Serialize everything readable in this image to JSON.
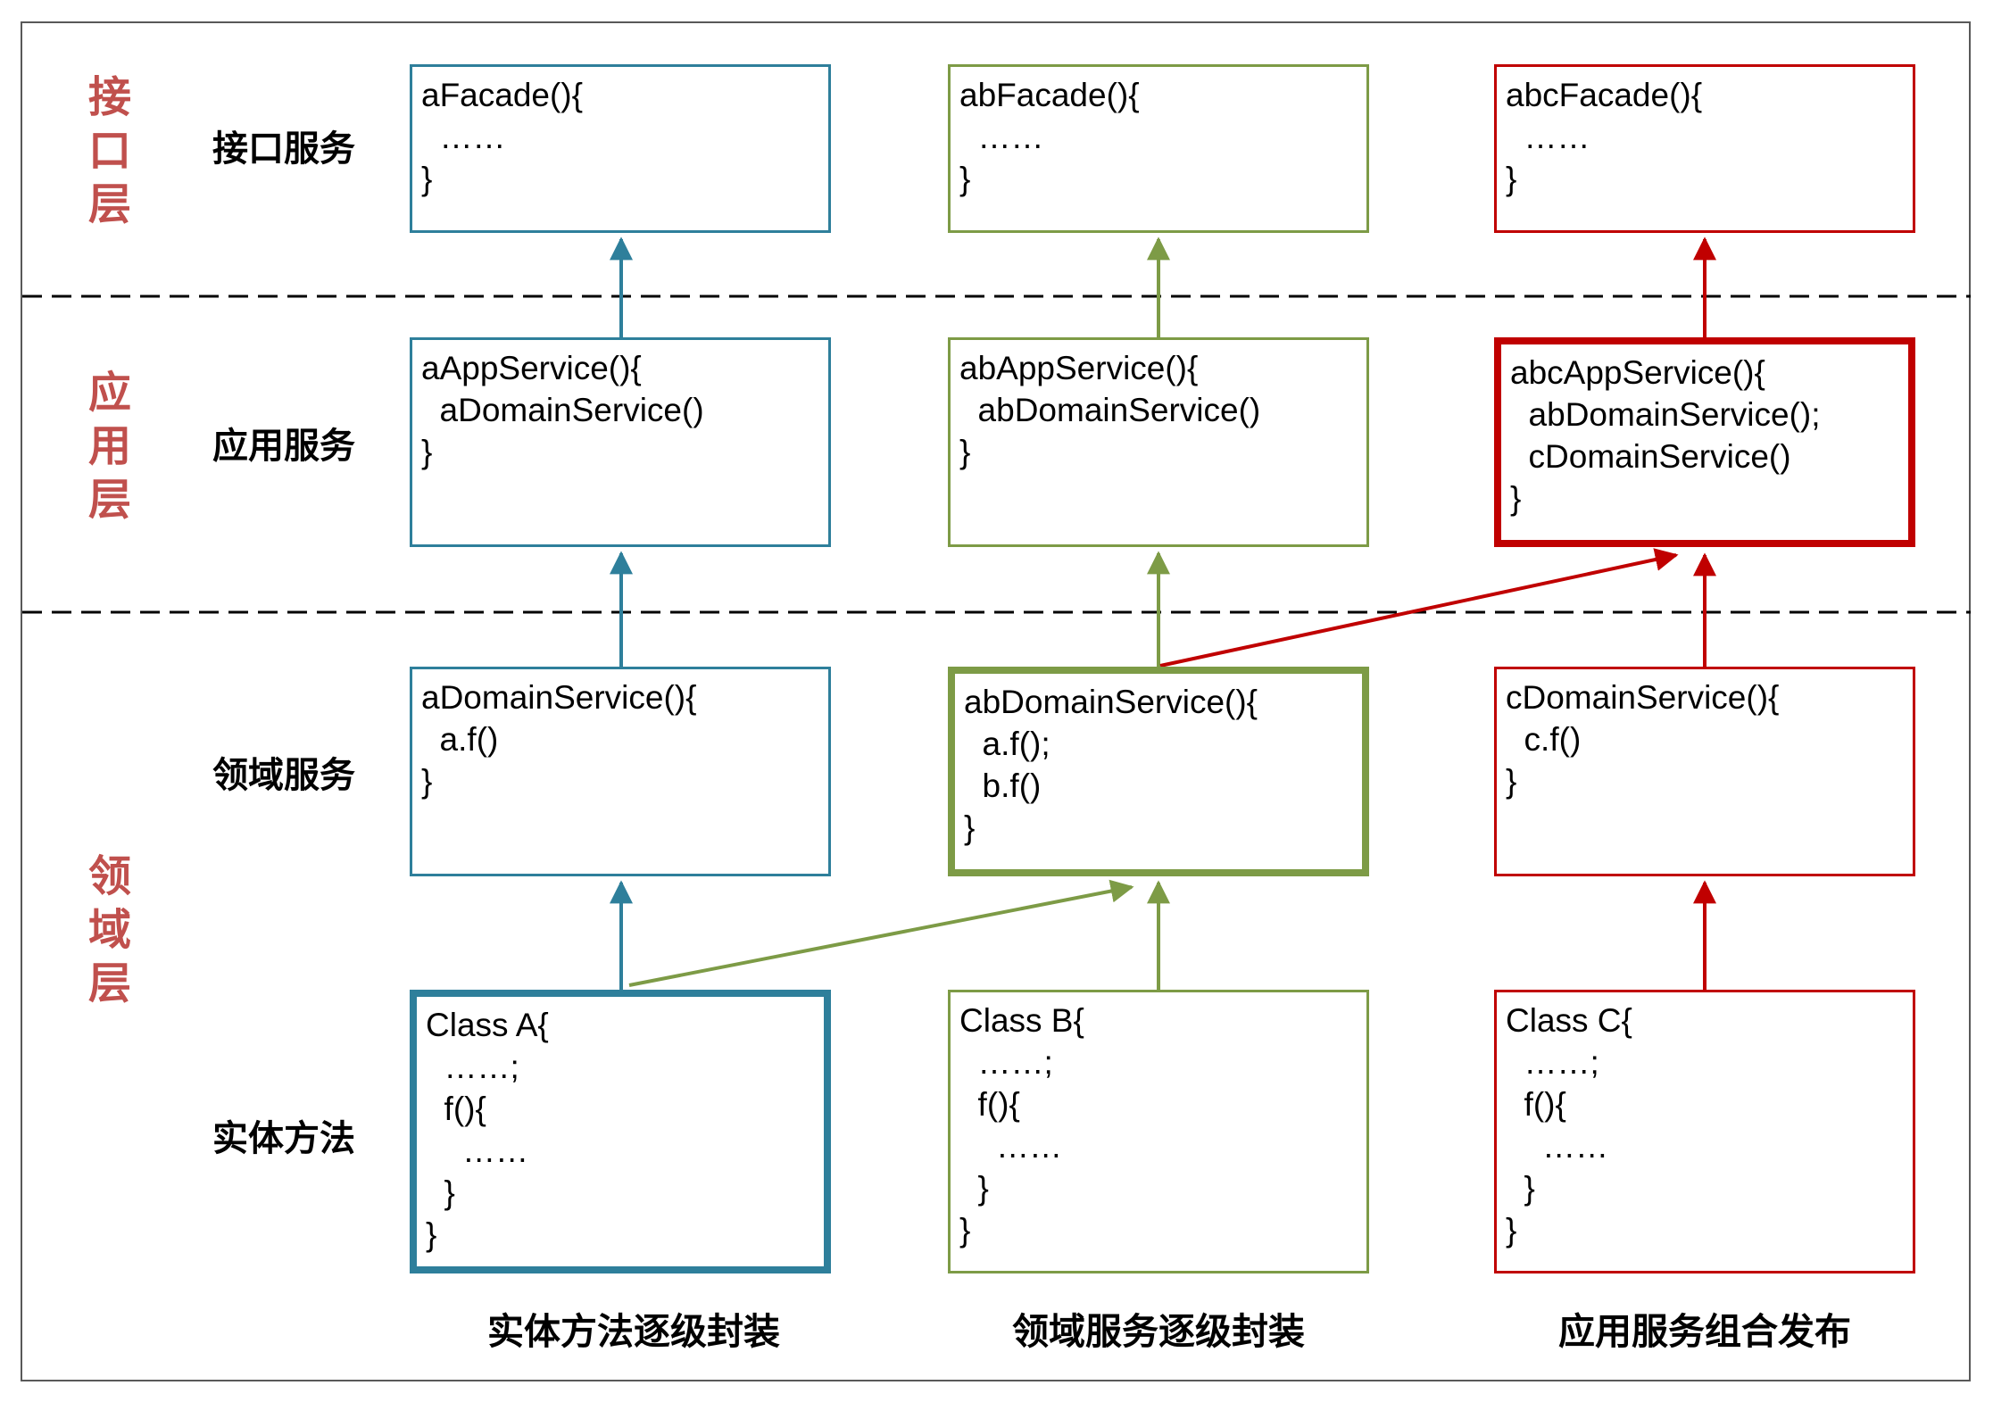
{
  "layer_labels": [
    "接口层",
    "应用层",
    "领域层"
  ],
  "row_labels": [
    "接口服务",
    "应用服务",
    "领域服务",
    "实体方法"
  ],
  "captions": [
    "实体方法逐级封装",
    "领域服务逐级封装",
    "应用服务组合发布"
  ],
  "boxes": [
    {
      "name": "a-facade",
      "code": "aFacade(){\n  ……\n}"
    },
    {
      "name": "ab-facade",
      "code": "abFacade(){\n  ……\n}"
    },
    {
      "name": "abc-facade",
      "code": "abcFacade(){\n  ……\n}"
    },
    {
      "name": "a-app-service",
      "code": "aAppService(){\n  aDomainService()\n}"
    },
    {
      "name": "ab-app-service",
      "code": "abAppService(){\n  abDomainService()\n}"
    },
    {
      "name": "abc-app-service",
      "code": "abcAppService(){\n  abDomainService();\n  cDomainService()\n}"
    },
    {
      "name": "a-domain-service",
      "code": "aDomainService(){\n  a.f()\n}"
    },
    {
      "name": "ab-domain-service",
      "code": "abDomainService(){\n  a.f();\n  b.f()\n}"
    },
    {
      "name": "c-domain-service",
      "code": "cDomainService(){\n  c.f()\n}"
    },
    {
      "name": "class-a",
      "code": "Class A{\n  ……;\n  f(){\n    ……\n  }\n}"
    },
    {
      "name": "class-b",
      "code": "Class B{\n  ……;\n  f(){\n    ……\n  }\n}"
    },
    {
      "name": "class-c",
      "code": "Class C{\n  ……;\n  f(){\n    ……\n  }\n}"
    }
  ],
  "colors": {
    "teal": "#2E7F9B",
    "green": "#7D9B46",
    "red": "#C00000",
    "layer-label": "#C0504D",
    "line": "#000000",
    "frame": "#595959"
  }
}
